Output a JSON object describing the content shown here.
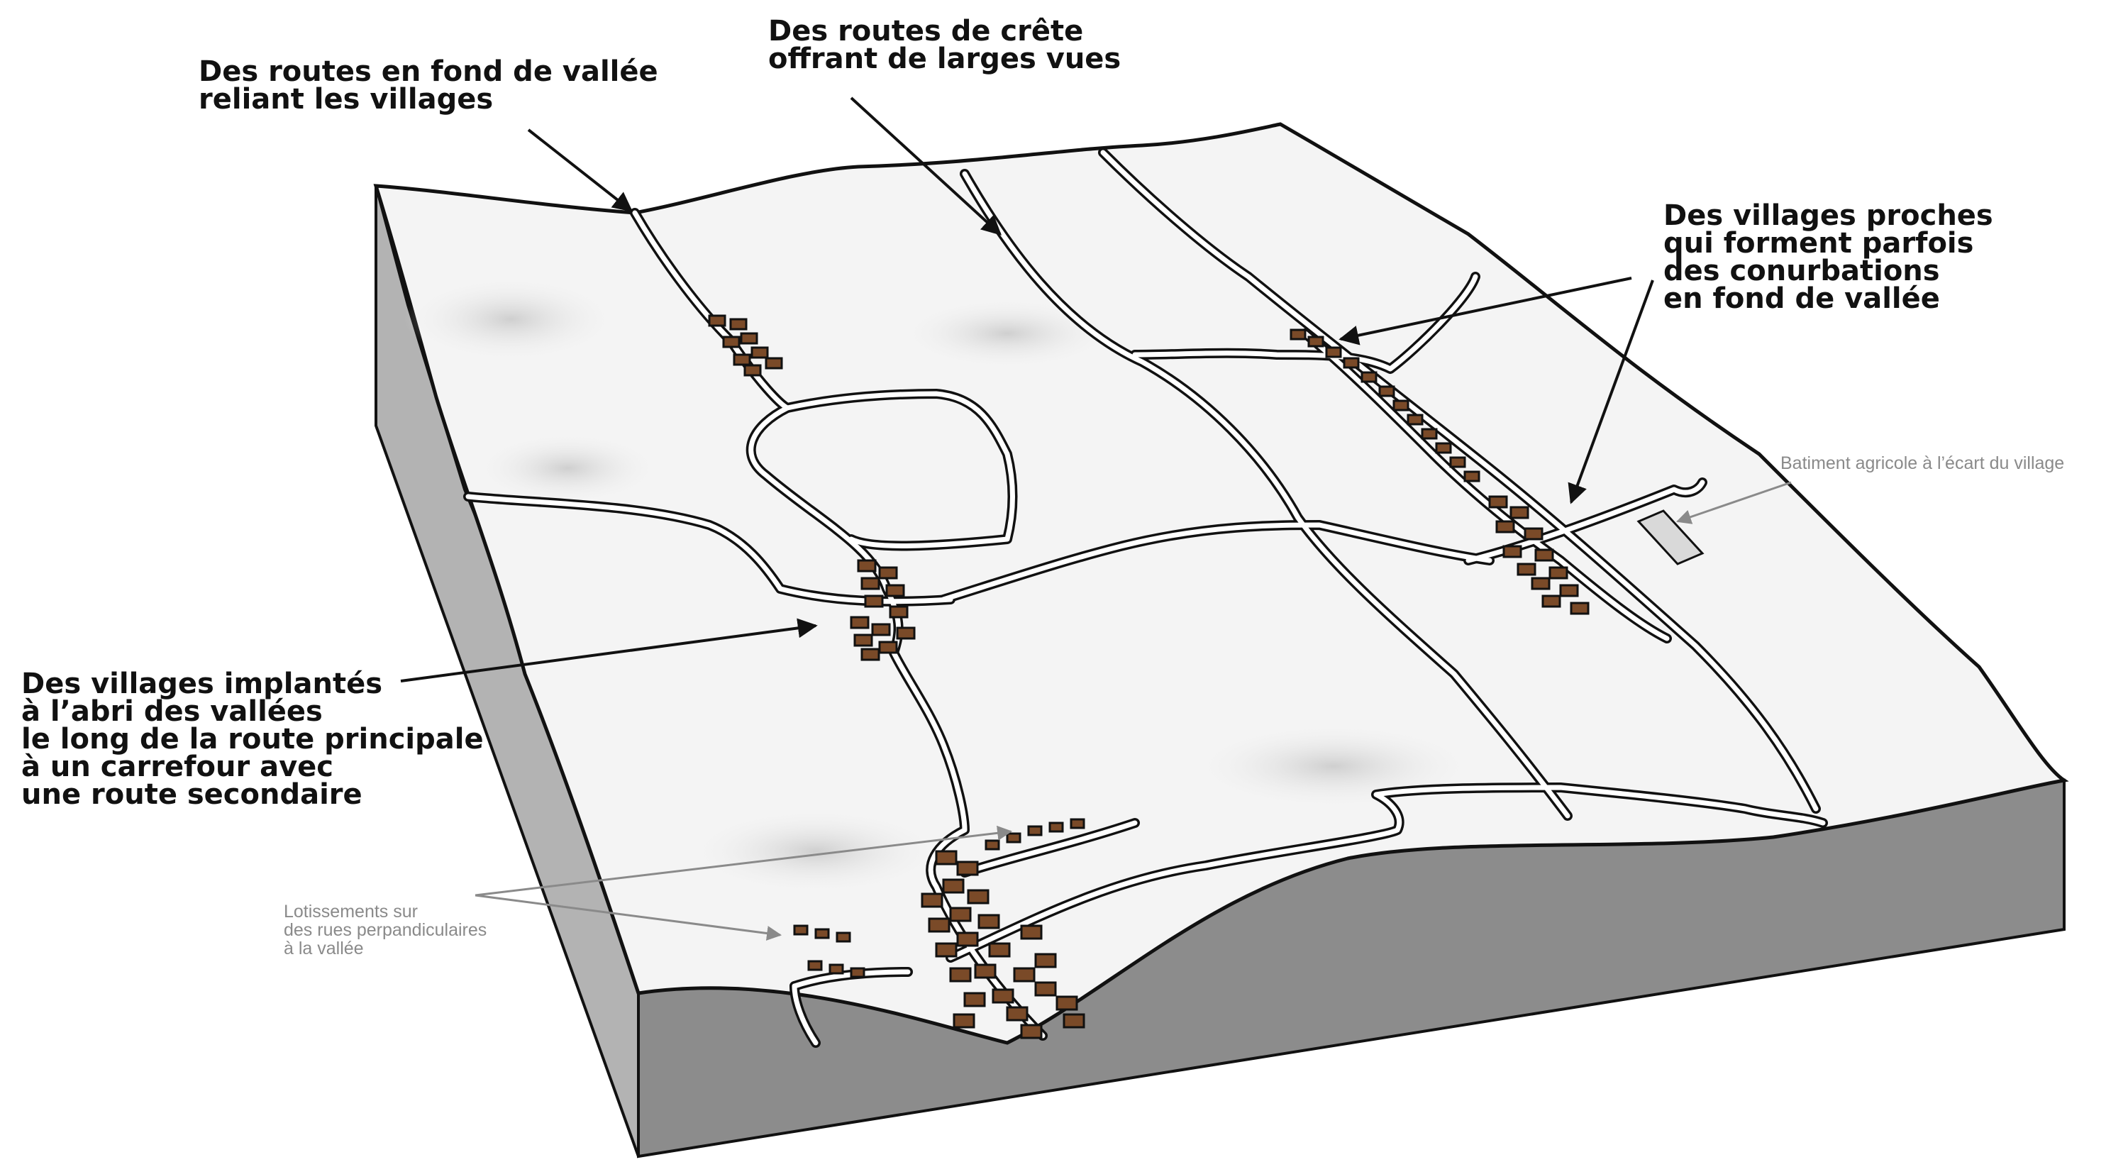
{
  "labels": {
    "valley_roads": [
      "Des routes en fond de vallée",
      "reliant les villages"
    ],
    "ridge_roads": [
      "Des routes de crête",
      "offrant de larges vues"
    ],
    "conurbations": [
      "Des villages proches",
      "qui forment parfois",
      "des conurbations",
      "en fond de vallée"
    ],
    "sheltered_villages": [
      "Des villages implantés",
      "à l’abri des vallées",
      "le long de la route principale",
      "à un carrefour avec",
      "une route secondaire"
    ],
    "farm_building": "Batiment agricole à l’écart du village",
    "housing_estates": [
      "Lotissements sur",
      "des rues perpandiculaires",
      "à la vallée"
    ]
  },
  "colors": {
    "terrain_top": "#f4f4f4",
    "terrain_shade": "#d2d2d2",
    "cliff_face": "#a6a6a6",
    "cliff_dark": "#8c8c8c",
    "outline": "#111111",
    "road": "#ffffff",
    "roof": "#7a4a28",
    "leader_main": "#111111",
    "leader_secondary": "#8a8a8a"
  }
}
